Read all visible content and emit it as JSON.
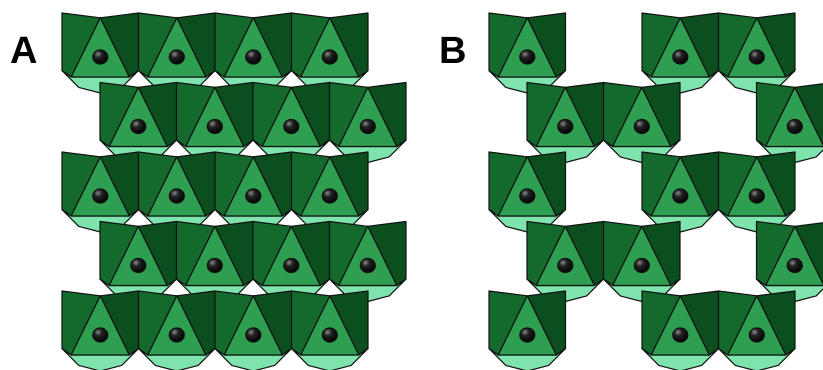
{
  "panels": [
    {
      "label": "A",
      "rows": [
        [
          1,
          1,
          1,
          1,
          0
        ],
        [
          0,
          1,
          1,
          1,
          1
        ],
        [
          1,
          1,
          1,
          1,
          0
        ],
        [
          0,
          1,
          1,
          1,
          1
        ],
        [
          1,
          1,
          1,
          1,
          0
        ]
      ]
    },
    {
      "label": "B",
      "rows": [
        [
          1,
          0,
          1,
          1,
          0
        ],
        [
          0,
          1,
          1,
          0,
          1
        ],
        [
          1,
          0,
          1,
          1,
          0
        ],
        [
          0,
          1,
          1,
          0,
          1
        ],
        [
          1,
          0,
          1,
          1,
          0
        ]
      ]
    }
  ],
  "colors": {
    "upper_face": "#2e9e50",
    "left_face": "#136a2c",
    "right_face": "#0c4f1f",
    "bottom_face": "#7ee3ad",
    "atom": "#050505"
  }
}
